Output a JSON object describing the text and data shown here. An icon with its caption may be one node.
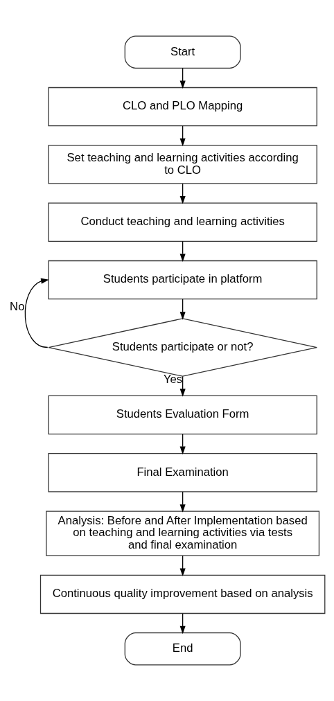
{
  "diagram": {
    "nodes": [
      {
        "text": [
          "Start"
        ]
      },
      {
        "text": [
          "CLO and PLO Mapping"
        ]
      },
      {
        "text": [
          "Set teaching and learning activities according to CLO"
        ]
      },
      {
        "text": [
          "Conduct teaching and learning activities"
        ]
      },
      {
        "text": [
          "Students participate in platform"
        ]
      },
      {
        "text": [
          "Students participate or not?"
        ]
      },
      {
        "text": [
          "Students Evaluation Form"
        ]
      },
      {
        "text": [
          "Final Examination"
        ]
      },
      {
        "text": [
          "Analysis: Before and After Implementation based on teaching and learning activities via tests and final examination"
        ]
      },
      {
        "text": [
          "Continuous quality improvement based on analysis"
        ]
      },
      {
        "text": [
          "End"
        ]
      }
    ],
    "edges": [
      {
        "from": 0,
        "to": 1,
        "arrow": "to"
      },
      {
        "from": 1,
        "to": 2,
        "arrow": "to"
      },
      {
        "from": 2,
        "to": 3,
        "arrow": "to"
      },
      {
        "from": 3,
        "to": 4,
        "arrow": "to"
      },
      {
        "from": 4,
        "to": 5,
        "arrow": "to"
      },
      {
        "from": 5,
        "to": 4,
        "arrow": "to",
        "label": "No"
      },
      {
        "from": 5,
        "to": 6,
        "arrow": "to",
        "label": "Yes"
      },
      {
        "from": 6,
        "to": 7,
        "arrow": "to"
      },
      {
        "from": 7,
        "to": 8,
        "arrow": "to"
      },
      {
        "from": 8,
        "to": 9,
        "arrow": "to"
      },
      {
        "from": 9,
        "to": 10,
        "arrow": "to"
      }
    ]
  }
}
